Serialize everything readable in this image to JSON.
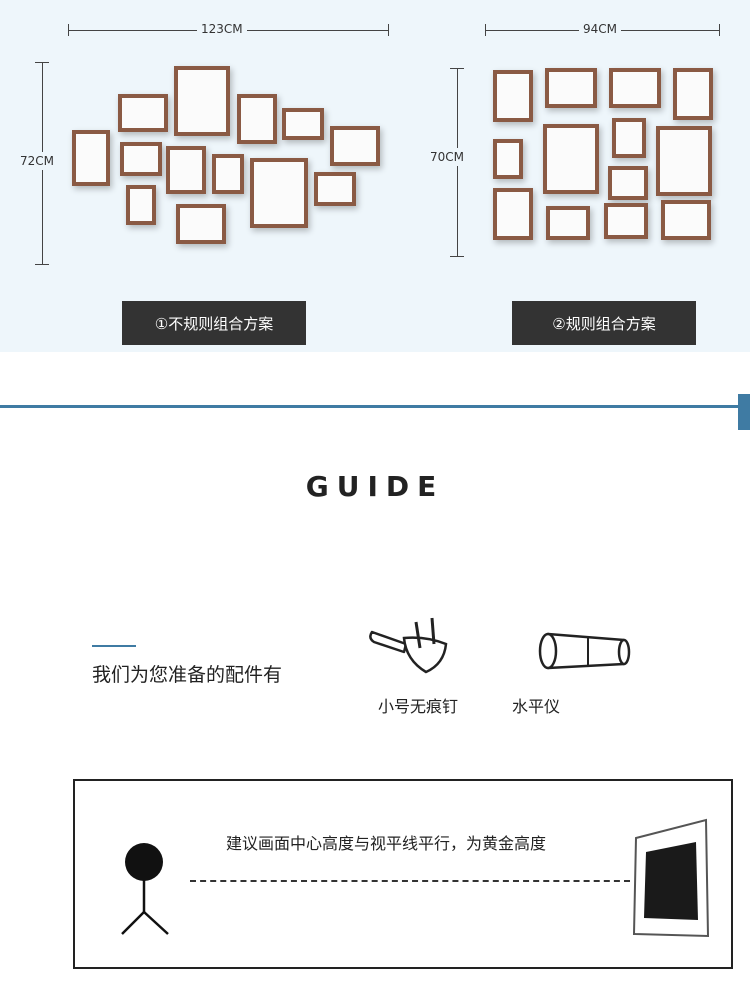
{
  "layouts": {
    "irregular": {
      "width_label": "123CM",
      "height_label": "72CM",
      "caption": "①不规则组合方案"
    },
    "regular": {
      "width_label": "94CM",
      "height_label": "70CM",
      "caption": "②规则组合方案"
    }
  },
  "guide": {
    "title": "GUIDE"
  },
  "accessories": {
    "title": "我们为您准备的配件有",
    "items": [
      {
        "label": "小号无痕钉",
        "icon": "nail-icon"
      },
      {
        "label": "水平仪",
        "icon": "level-icon"
      }
    ]
  },
  "tip": {
    "text": "建议画面中心高度与视平线平行，为黄金高度"
  },
  "colors": {
    "background_top": "#eef6fb",
    "frame": "#8a5a44",
    "caption_box": "#333333",
    "accent": "#3f7ba3"
  }
}
